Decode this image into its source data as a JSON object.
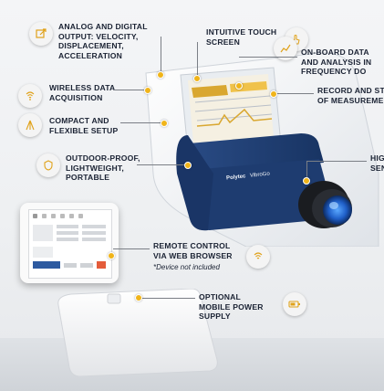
{
  "features": {
    "analog": "ANALOG AND DIGITAL OUTPUT: VELOCITY, DISPLACEMENT, ACCELERATION",
    "touch": "INTUITIVE TOUCH SCREEN",
    "onboard": "ON-BOARD DATA AND ANALYSIS IN FREQUENCY DO",
    "wireless": "WIRELESS DATA ACQUISITION",
    "record": "RECORD AND ST OF MEASUREME",
    "compact": "COMPACT AND FLEXIBLE SETUP",
    "outdoor": "OUTDOOR-PROOF, LIGHTWEIGHT, PORTABLE",
    "high": "HIG SEN",
    "remote": "REMOTE CONTROL VIA WEB BROWSER",
    "remote_note": "*Device not included",
    "power": "OPTIONAL MOBILE POWER SUPPLY"
  },
  "device": {
    "brand": "Polytec",
    "model": "VibroGo"
  },
  "colors": {
    "accent": "#f0b41a",
    "label": "#1a2233",
    "strap": "#1f3f75"
  }
}
